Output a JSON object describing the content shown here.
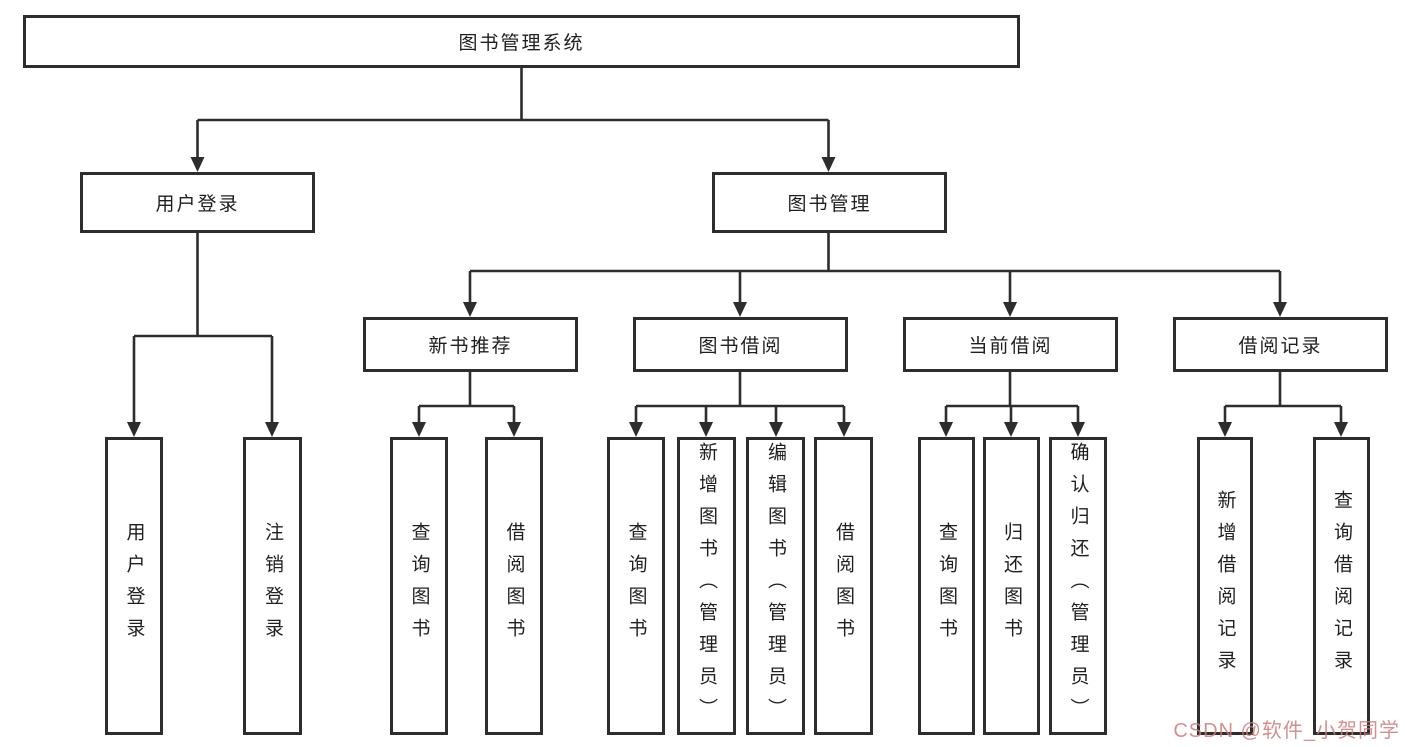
{
  "diagram": {
    "type": "hierarchy-tree",
    "colors": {
      "line": "#2d2d2d",
      "box_border": "#2d2d2d",
      "background": "#ffffff",
      "text": "#1f1f1f",
      "watermark": "#cb7d7d"
    },
    "tree": {
      "label": "图书管理系统",
      "children": [
        {
          "label": "用户登录",
          "children": [
            {
              "label": "用户登录"
            },
            {
              "label": "注销登录"
            }
          ]
        },
        {
          "label": "图书管理",
          "children": [
            {
              "label": "新书推荐",
              "children": [
                {
                  "label": "查询图书"
                },
                {
                  "label": "借阅图书"
                }
              ]
            },
            {
              "label": "图书借阅",
              "children": [
                {
                  "label": "查询图书"
                },
                {
                  "label": "新增图书（管理员）"
                },
                {
                  "label": "编辑图书（管理员）"
                },
                {
                  "label": "借阅图书"
                }
              ]
            },
            {
              "label": "当前借阅",
              "children": [
                {
                  "label": "查询图书"
                },
                {
                  "label": "归还图书"
                },
                {
                  "label": "确认归还（管理员）"
                }
              ]
            },
            {
              "label": "借阅记录",
              "children": [
                {
                  "label": "新增借阅记录"
                },
                {
                  "label": "查询借阅记录"
                }
              ]
            }
          ]
        }
      ]
    }
  },
  "watermark": {
    "text": "CSDN @软件_小贺同学"
  }
}
